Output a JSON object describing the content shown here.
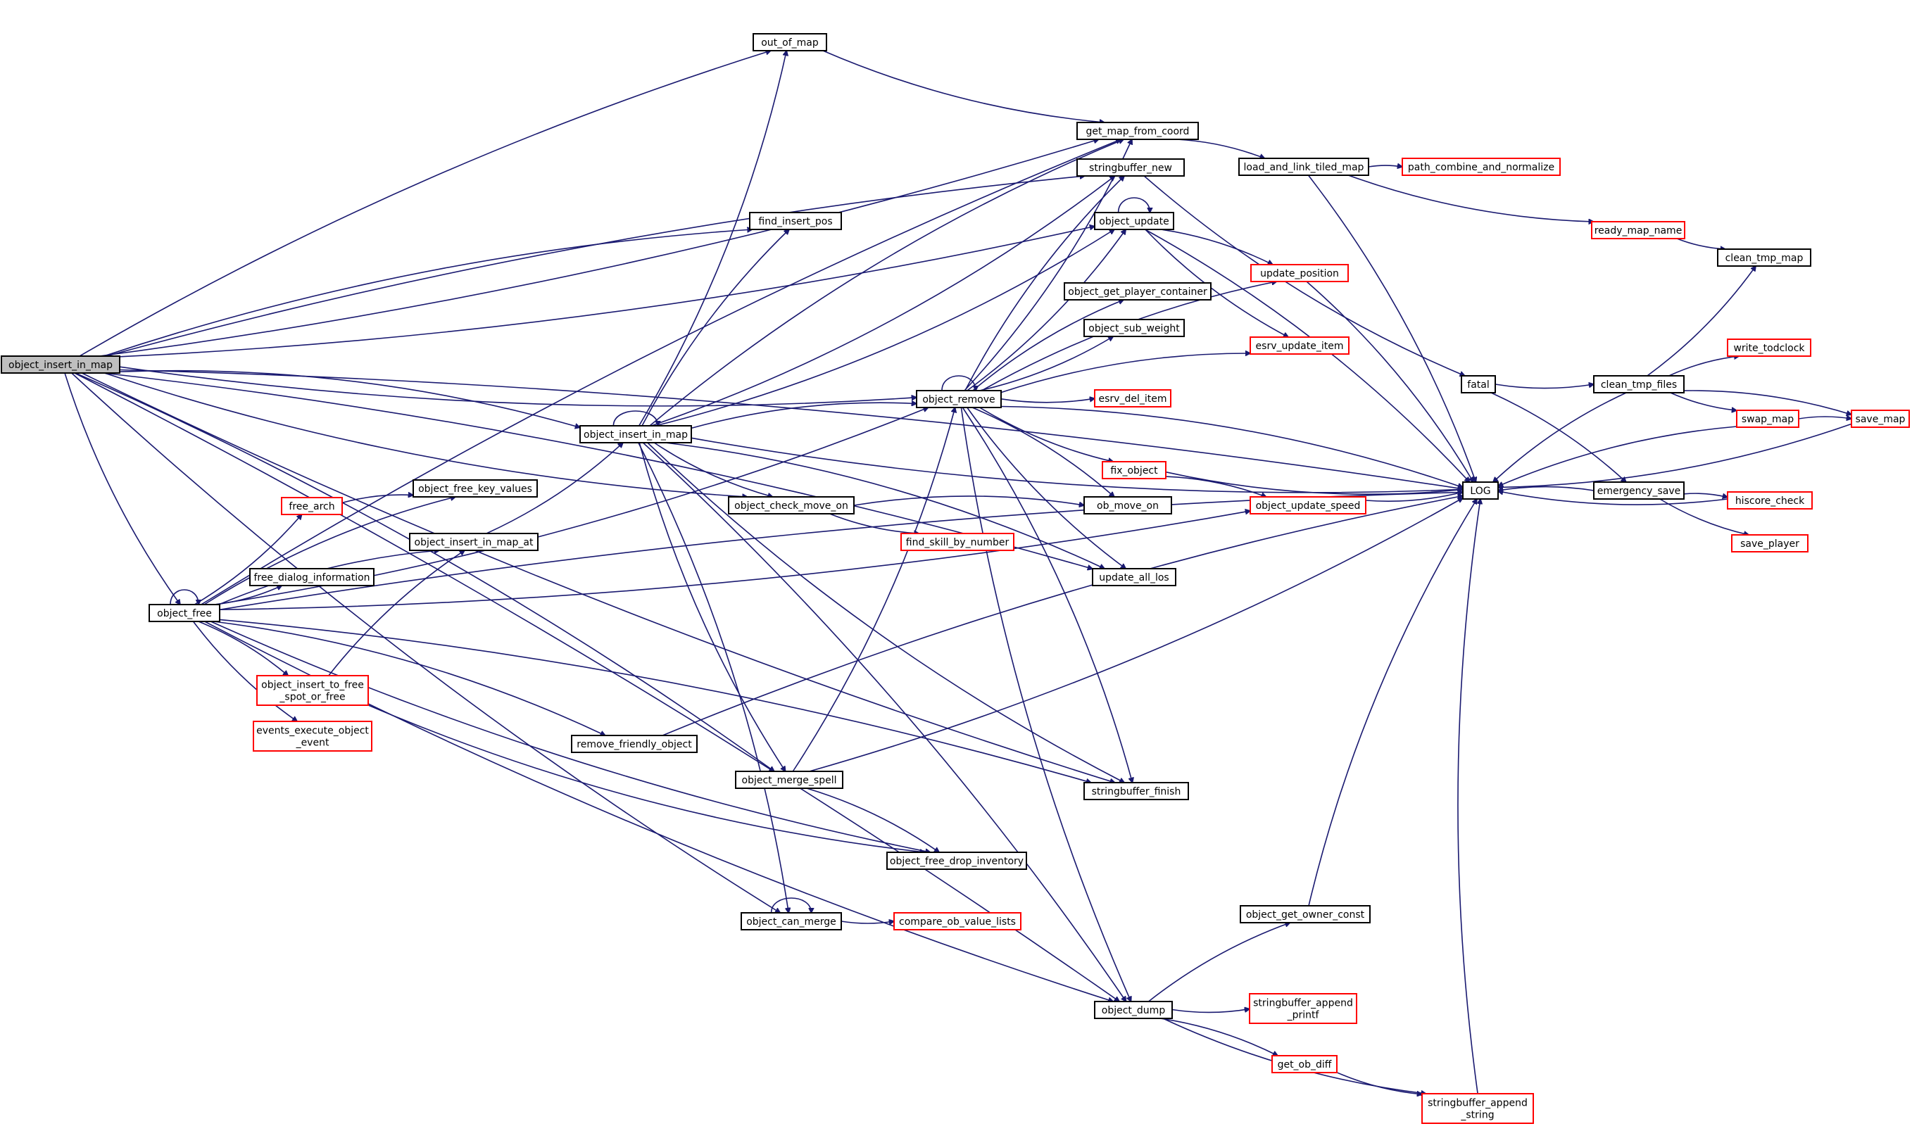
{
  "diagram": {
    "type": "call-graph",
    "colors": {
      "edge": "#191970",
      "node_border": "#000000",
      "truncated_node_border": "#ff0000",
      "root_fill": "#bfbfbf",
      "node_fill": "#ffffff",
      "text": "#000000"
    },
    "nodes": [
      {
        "id": "root",
        "label": [
          "object_insert_in_map"
        ],
        "style": "root"
      },
      {
        "id": "object_free",
        "label": [
          "object_free"
        ],
        "style": "black"
      },
      {
        "id": "oiim2",
        "label": [
          "object_insert_in_map"
        ],
        "style": "black"
      },
      {
        "id": "out_of_map",
        "label": [
          "out_of_map"
        ],
        "style": "black"
      },
      {
        "id": "get_map_from_coord",
        "label": [
          "get_map_from_coord"
        ],
        "style": "black"
      },
      {
        "id": "stringbuffer_new",
        "label": [
          "stringbuffer_new"
        ],
        "style": "black"
      },
      {
        "id": "find_insert_pos",
        "label": [
          "find_insert_pos"
        ],
        "style": "black"
      },
      {
        "id": "object_update",
        "label": [
          "object_update"
        ],
        "style": "black"
      },
      {
        "id": "object_get_player_container",
        "label": [
          "object_get_player_container"
        ],
        "style": "black"
      },
      {
        "id": "object_sub_weight",
        "label": [
          "object_sub_weight"
        ],
        "style": "black"
      },
      {
        "id": "object_remove",
        "label": [
          "object_remove"
        ],
        "style": "black"
      },
      {
        "id": "esrv_del_item",
        "label": [
          "esrv_del_item"
        ],
        "style": "red"
      },
      {
        "id": "esrv_update_item",
        "label": [
          "esrv_update_item"
        ],
        "style": "red"
      },
      {
        "id": "update_position",
        "label": [
          "update_position"
        ],
        "style": "red"
      },
      {
        "id": "load_and_link_tiled_map",
        "label": [
          "load_and_link_tiled_map"
        ],
        "style": "black"
      },
      {
        "id": "path_combine_and_normalize",
        "label": [
          "path_combine_and_normalize"
        ],
        "style": "red"
      },
      {
        "id": "ready_map_name",
        "label": [
          "ready_map_name"
        ],
        "style": "red"
      },
      {
        "id": "clean_tmp_map",
        "label": [
          "clean_tmp_map"
        ],
        "style": "black"
      },
      {
        "id": "fatal",
        "label": [
          "fatal"
        ],
        "style": "black"
      },
      {
        "id": "clean_tmp_files",
        "label": [
          "clean_tmp_files"
        ],
        "style": "black"
      },
      {
        "id": "write_todclock",
        "label": [
          "write_todclock"
        ],
        "style": "red"
      },
      {
        "id": "swap_map",
        "label": [
          "swap_map"
        ],
        "style": "red"
      },
      {
        "id": "save_map",
        "label": [
          "save_map"
        ],
        "style": "red"
      },
      {
        "id": "LOG",
        "label": [
          "LOG"
        ],
        "style": "black"
      },
      {
        "id": "emergency_save",
        "label": [
          "emergency_save"
        ],
        "style": "black"
      },
      {
        "id": "hiscore_check",
        "label": [
          "hiscore_check"
        ],
        "style": "red"
      },
      {
        "id": "save_player",
        "label": [
          "save_player"
        ],
        "style": "red"
      },
      {
        "id": "fix_object",
        "label": [
          "fix_object"
        ],
        "style": "red"
      },
      {
        "id": "object_update_speed",
        "label": [
          "object_update_speed"
        ],
        "style": "red"
      },
      {
        "id": "ob_move_on",
        "label": [
          "ob_move_on"
        ],
        "style": "black"
      },
      {
        "id": "update_all_los",
        "label": [
          "update_all_los"
        ],
        "style": "black"
      },
      {
        "id": "object_free_key_values",
        "label": [
          "object_free_key_values"
        ],
        "style": "black"
      },
      {
        "id": "free_arch",
        "label": [
          "free_arch"
        ],
        "style": "red"
      },
      {
        "id": "object_insert_in_map_at",
        "label": [
          "object_insert_in_map_at"
        ],
        "style": "black"
      },
      {
        "id": "object_check_move_on",
        "label": [
          "object_check_move_on"
        ],
        "style": "black"
      },
      {
        "id": "find_skill_by_number",
        "label": [
          "find_skill_by_number"
        ],
        "style": "red"
      },
      {
        "id": "free_dialog_information",
        "label": [
          "free_dialog_information"
        ],
        "style": "black"
      },
      {
        "id": "object_insert_to_free",
        "label": [
          "object_insert_to_free",
          "_spot_or_free"
        ],
        "style": "red"
      },
      {
        "id": "events_execute_object",
        "label": [
          "events_execute_object",
          "_event"
        ],
        "style": "red"
      },
      {
        "id": "remove_friendly_object",
        "label": [
          "remove_friendly_object"
        ],
        "style": "black"
      },
      {
        "id": "object_merge_spell",
        "label": [
          "object_merge_spell"
        ],
        "style": "black"
      },
      {
        "id": "stringbuffer_finish",
        "label": [
          "stringbuffer_finish"
        ],
        "style": "black"
      },
      {
        "id": "object_free_drop_inventory",
        "label": [
          "object_free_drop_inventory"
        ],
        "style": "black"
      },
      {
        "id": "object_get_owner_const",
        "label": [
          "object_get_owner_const"
        ],
        "style": "black"
      },
      {
        "id": "object_can_merge",
        "label": [
          "object_can_merge"
        ],
        "style": "black"
      },
      {
        "id": "compare_ob_value_lists",
        "label": [
          "compare_ob_value_lists"
        ],
        "style": "red"
      },
      {
        "id": "object_dump",
        "label": [
          "object_dump"
        ],
        "style": "black"
      },
      {
        "id": "stringbuffer_append_printf",
        "label": [
          "stringbuffer_append",
          "_printf"
        ],
        "style": "red"
      },
      {
        "id": "get_ob_diff",
        "label": [
          "get_ob_diff"
        ],
        "style": "red"
      },
      {
        "id": "stringbuffer_append_string",
        "label": [
          "stringbuffer_append",
          "_string"
        ],
        "style": "red"
      }
    ],
    "edges": [
      [
        "root",
        "out_of_map"
      ],
      [
        "root",
        "get_map_from_coord"
      ],
      [
        "root",
        "stringbuffer_new"
      ],
      [
        "root",
        "object_update"
      ],
      [
        "root",
        "find_insert_pos"
      ],
      [
        "root",
        "object_remove"
      ],
      [
        "root",
        "oiim2"
      ],
      [
        "root",
        "object_free"
      ],
      [
        "root",
        "update_all_los"
      ],
      [
        "root",
        "object_check_move_on"
      ],
      [
        "root",
        "object_merge_spell"
      ],
      [
        "root",
        "object_can_merge"
      ],
      [
        "root",
        "object_dump"
      ],
      [
        "root",
        "stringbuffer_finish"
      ],
      [
        "root",
        "LOG"
      ],
      [
        "object_free",
        "object_free"
      ],
      [
        "object_free",
        "get_map_from_coord"
      ],
      [
        "object_free",
        "object_remove"
      ],
      [
        "object_free",
        "object_free_key_values"
      ],
      [
        "object_free",
        "free_arch"
      ],
      [
        "object_free",
        "object_insert_in_map_at"
      ],
      [
        "object_free",
        "free_dialog_information"
      ],
      [
        "object_free",
        "object_insert_to_free"
      ],
      [
        "object_free",
        "events_execute_object"
      ],
      [
        "object_free",
        "remove_friendly_object"
      ],
      [
        "object_free",
        "object_update_speed"
      ],
      [
        "object_free",
        "LOG"
      ],
      [
        "object_free",
        "object_free_drop_inventory"
      ],
      [
        "object_free",
        "stringbuffer_finish"
      ],
      [
        "object_free",
        "object_dump"
      ],
      [
        "free_arch",
        "object_free_key_values"
      ],
      [
        "object_insert_in_map_at",
        "oiim2"
      ],
      [
        "object_insert_to_free",
        "object_insert_in_map_at"
      ],
      [
        "object_insert_to_free",
        "object_free_drop_inventory"
      ],
      [
        "oiim2",
        "oiim2"
      ],
      [
        "oiim2",
        "out_of_map"
      ],
      [
        "oiim2",
        "get_map_from_coord"
      ],
      [
        "oiim2",
        "stringbuffer_new"
      ],
      [
        "oiim2",
        "find_insert_pos"
      ],
      [
        "oiim2",
        "object_update"
      ],
      [
        "oiim2",
        "object_remove"
      ],
      [
        "oiim2",
        "object_check_move_on"
      ],
      [
        "oiim2",
        "update_all_los"
      ],
      [
        "oiim2",
        "object_merge_spell"
      ],
      [
        "oiim2",
        "object_can_merge"
      ],
      [
        "oiim2",
        "stringbuffer_finish"
      ],
      [
        "oiim2",
        "object_dump"
      ],
      [
        "oiim2",
        "LOG"
      ],
      [
        "object_remove",
        "object_remove"
      ],
      [
        "object_remove",
        "get_map_from_coord"
      ],
      [
        "object_remove",
        "stringbuffer_new"
      ],
      [
        "object_remove",
        "object_update"
      ],
      [
        "object_remove",
        "object_get_player_container"
      ],
      [
        "object_remove",
        "object_sub_weight"
      ],
      [
        "object_remove",
        "esrv_update_item"
      ],
      [
        "object_remove",
        "esrv_del_item"
      ],
      [
        "object_remove",
        "update_position"
      ],
      [
        "object_remove",
        "fix_object"
      ],
      [
        "object_remove",
        "ob_move_on"
      ],
      [
        "object_remove",
        "update_all_los"
      ],
      [
        "object_remove",
        "stringbuffer_finish"
      ],
      [
        "object_remove",
        "object_dump"
      ],
      [
        "object_remove",
        "LOG"
      ],
      [
        "object_update",
        "object_update"
      ],
      [
        "object_update",
        "update_position"
      ],
      [
        "object_update",
        "esrv_update_item"
      ],
      [
        "object_update",
        "LOG"
      ],
      [
        "out_of_map",
        "get_map_from_coord"
      ],
      [
        "get_map_from_coord",
        "load_and_link_tiled_map"
      ],
      [
        "stringbuffer_new",
        "fatal"
      ],
      [
        "load_and_link_tiled_map",
        "path_combine_and_normalize"
      ],
      [
        "load_and_link_tiled_map",
        "ready_map_name"
      ],
      [
        "load_and_link_tiled_map",
        "LOG"
      ],
      [
        "ready_map_name",
        "clean_tmp_map"
      ],
      [
        "update_position",
        "LOG"
      ],
      [
        "fatal",
        "clean_tmp_files"
      ],
      [
        "fatal",
        "emergency_save"
      ],
      [
        "clean_tmp_files",
        "clean_tmp_map"
      ],
      [
        "clean_tmp_files",
        "write_todclock"
      ],
      [
        "clean_tmp_files",
        "swap_map"
      ],
      [
        "clean_tmp_files",
        "save_map"
      ],
      [
        "clean_tmp_files",
        "LOG"
      ],
      [
        "swap_map",
        "save_map"
      ],
      [
        "swap_map",
        "LOG"
      ],
      [
        "save_map",
        "LOG"
      ],
      [
        "emergency_save",
        "LOG"
      ],
      [
        "emergency_save",
        "hiscore_check"
      ],
      [
        "emergency_save",
        "save_player"
      ],
      [
        "hiscore_check",
        "LOG"
      ],
      [
        "fix_object",
        "LOG"
      ],
      [
        "fix_object",
        "object_update_speed"
      ],
      [
        "object_update_speed",
        "LOG"
      ],
      [
        "object_check_move_on",
        "ob_move_on"
      ],
      [
        "object_check_move_on",
        "find_skill_by_number"
      ],
      [
        "remove_friendly_object",
        "LOG"
      ],
      [
        "object_merge_spell",
        "object_remove"
      ],
      [
        "object_merge_spell",
        "object_free_drop_inventory"
      ],
      [
        "object_merge_spell",
        "LOG"
      ],
      [
        "object_can_merge",
        "object_can_merge"
      ],
      [
        "object_can_merge",
        "compare_ob_value_lists"
      ],
      [
        "object_dump",
        "object_get_owner_const"
      ],
      [
        "object_dump",
        "stringbuffer_append_printf"
      ],
      [
        "object_dump",
        "get_ob_diff"
      ],
      [
        "object_dump",
        "stringbuffer_append_string"
      ],
      [
        "object_get_owner_const",
        "LOG"
      ],
      [
        "get_ob_diff",
        "stringbuffer_append_string"
      ],
      [
        "stringbuffer_append_string",
        "LOG"
      ]
    ]
  }
}
